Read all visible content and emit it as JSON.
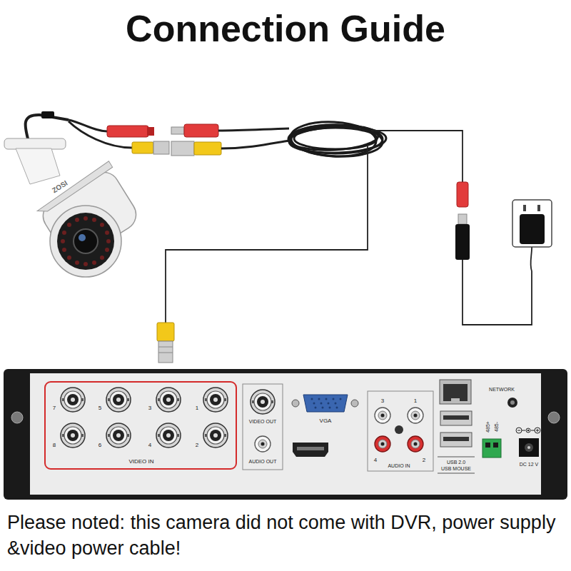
{
  "diagram": {
    "title": "Connection Guide",
    "caption": "Please noted: this camera did not come with DVR, power supply &video power cable!",
    "labels": [
      "ZOSI",
      "7",
      "5",
      "3",
      "1",
      "8",
      "6",
      "4",
      "2",
      "VIDEO IN",
      "VIDEO OUT",
      "AUDIO OUT",
      "VGA",
      "3",
      "1",
      "4",
      "2",
      "AUDIO IN",
      "NETWORK",
      "USB 2.0",
      "USB MOUSE",
      "485+",
      "485-",
      "DC 12 V"
    ]
  }
}
